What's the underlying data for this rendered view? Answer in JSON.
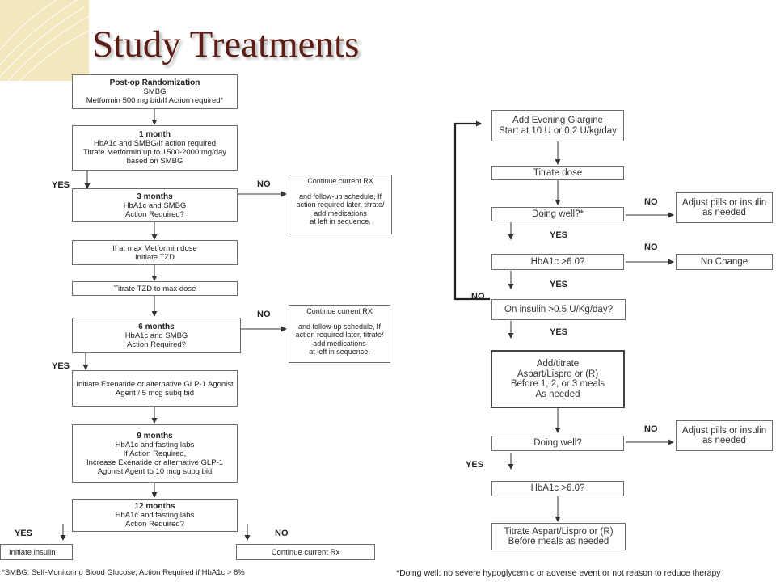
{
  "slide": {
    "title": "Study Treatments"
  },
  "left_flow": {
    "randomization": {
      "title": "Post-op Randomization",
      "lines": [
        "SMBG",
        "Metformin 500 mg bid/If Action required*"
      ]
    },
    "month1": {
      "title": "1 month",
      "lines": [
        "HbA1c and SMBG/If action required",
        "Titrate Metformin up to 1500-2000 mg/day",
        "based on SMBG"
      ]
    },
    "month3": {
      "title": "3 months",
      "lines": [
        "HbA1c and SMBG",
        "Action Required?"
      ]
    },
    "continue1": {
      "lines": [
        "Continue current RX",
        "",
        "and follow-up schedule, If",
        "action required later, titrate/",
        "add medications",
        "at left in sequence."
      ]
    },
    "max_metformin": {
      "lines": [
        "If at max Metformin dose",
        "Initiate TZD"
      ]
    },
    "titrate_tzd": {
      "lines": [
        "Titrate TZD to max dose"
      ]
    },
    "month6": {
      "title": "6 months",
      "lines": [
        "HbA1c and SMBG",
        "Action Required?"
      ]
    },
    "continue2": {
      "lines": [
        "Continue current RX",
        "",
        "and follow-up schedule, If",
        "action required later, titrate/",
        "add medications",
        "at left in sequence."
      ]
    },
    "exenatide": {
      "lines": [
        "Initiate Exenatide or alternative GLP-1 Agonist",
        "Agent / 5 mcg subq bid"
      ]
    },
    "month9": {
      "title": "9 months",
      "lines": [
        "HbA1c and fasting labs",
        "If Action Required,",
        "Increase Exenatide or alternative GLP-1",
        "Agonist Agent to 10 mcg subq bid"
      ]
    },
    "month12": {
      "title": "12 months",
      "lines": [
        "HbA1c and fasting labs",
        "Action Required?"
      ]
    },
    "initiate_insulin": {
      "lines": [
        "Initiate insulin"
      ]
    },
    "continue_rx": {
      "lines": [
        "Continue current Rx"
      ]
    },
    "labels": {
      "yes1": "YES",
      "no1": "NO",
      "no2": "NO",
      "yes2": "YES",
      "yes3": "YES",
      "no3": "NO"
    },
    "footnote": "*SMBG: Self-Monitoring Blood Glucose; Action Required if HbA1c > 6%"
  },
  "right_flow": {
    "glargine": {
      "lines": [
        "Add Evening Glargine",
        "Start at 10 U or 0.2 U/kg/day"
      ]
    },
    "titrate_dose": {
      "lines": [
        "Titrate dose"
      ]
    },
    "doing_well1": {
      "lines": [
        "Doing well?*"
      ]
    },
    "adjust1": {
      "lines": [
        "Adjust pills or insulin",
        "as needed"
      ]
    },
    "hba1c1": {
      "lines": [
        "HbA1c >6.0?"
      ]
    },
    "no_change": {
      "lines": [
        "No Change"
      ]
    },
    "on_insulin": {
      "lines": [
        "On insulin >0.5 U/Kg/day?"
      ]
    },
    "aspart": {
      "lines": [
        "Add/titrate",
        "Aspart/Lispro or (R)",
        "Before 1, 2, or 3 meals",
        "As needed"
      ]
    },
    "doing_well2": {
      "lines": [
        "Doing well?"
      ]
    },
    "adjust2": {
      "lines": [
        "Adjust pills or insulin",
        "as needed"
      ]
    },
    "hba1c2": {
      "lines": [
        "HbA1c >6.0?"
      ]
    },
    "titrate_aspart": {
      "lines": [
        "Titrate Aspart/Lispro or (R)",
        "Before meals as needed"
      ]
    },
    "labels": {
      "no1": "NO",
      "yes1": "YES",
      "no2": "NO",
      "yes2": "YES",
      "no_loop": "NO",
      "yes3": "YES",
      "no3": "NO",
      "yes4": "YES"
    },
    "footnote": "*Doing well: no severe hypoglycemic or adverse event or not reason to reduce therapy"
  }
}
